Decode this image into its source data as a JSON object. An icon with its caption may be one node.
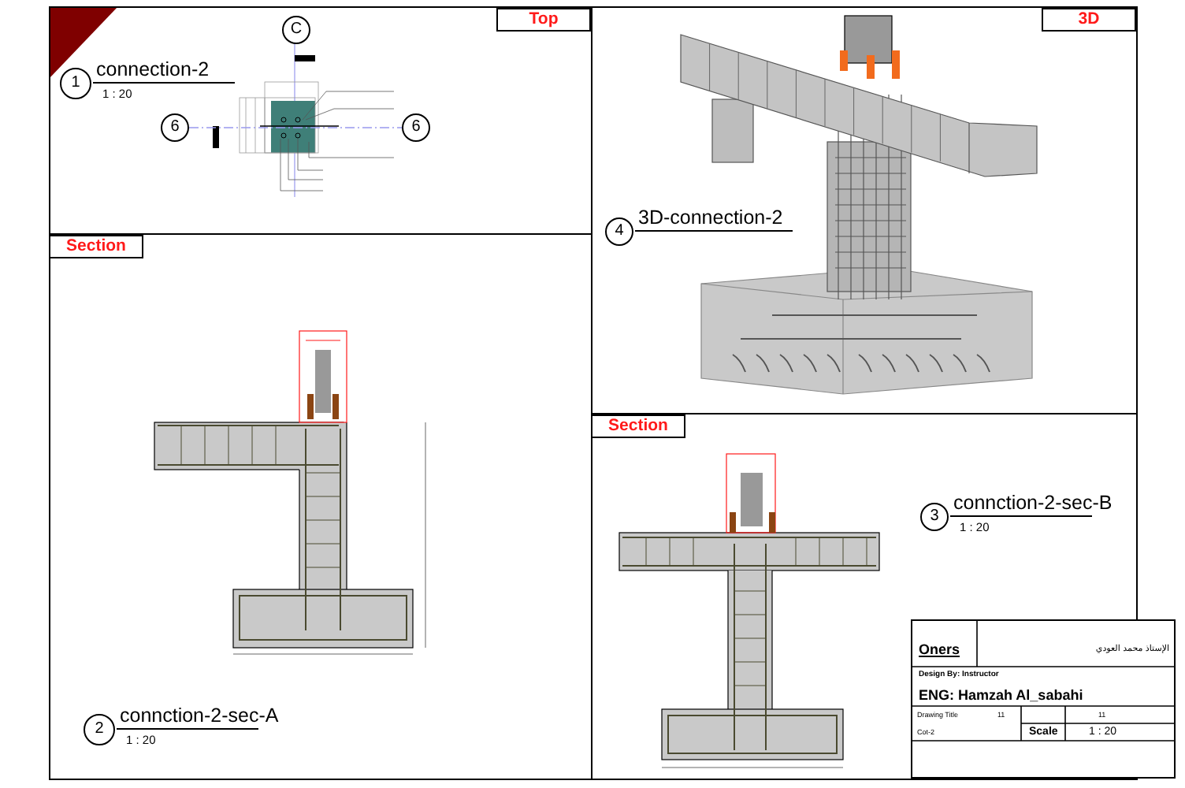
{
  "diagram": {
    "nodes": [
      {
        "text": [
          "Top"
        ]
      },
      {
        "text": [
          "1"
        ],
        "in": 0,
        "beside": [
          "connection-2",
          "1 : 20"
        ]
      },
      {
        "text": [
          "C"
        ],
        "in": 0
      },
      {
        "text": [
          "6"
        ],
        "in": 0
      },
      {
        "text": [
          "6"
        ],
        "in": 0
      },
      {
        "text": [
          "Section"
        ]
      },
      {
        "text": [
          "2"
        ],
        "in": 5,
        "beside": [
          "connction-2-sec-A",
          "1 : 20"
        ]
      },
      {
        "text": [
          "3D"
        ]
      },
      {
        "text": [
          "4"
        ],
        "in": 7,
        "beside": [
          "3D-connection-2"
        ]
      },
      {
        "text": [
          "Section"
        ]
      },
      {
        "text": [
          "3"
        ],
        "in": 9,
        "beside": [
          "connction-2-sec-B",
          "1 : 20"
        ]
      },
      {
        "text": [
          "Oners",
          "الإستاذ محمد العودي",
          "Design By: Instructor",
          "ENG: Hamzah Al_sabahi",
          "Drawing Title",
          "11",
          "11",
          "Cot-2",
          "Scale",
          "1 : 20"
        ]
      }
    ],
    "edges": [
      {
        "from": 3,
        "to": 4,
        "arrow": "none",
        "style": "dashed"
      }
    ]
  }
}
